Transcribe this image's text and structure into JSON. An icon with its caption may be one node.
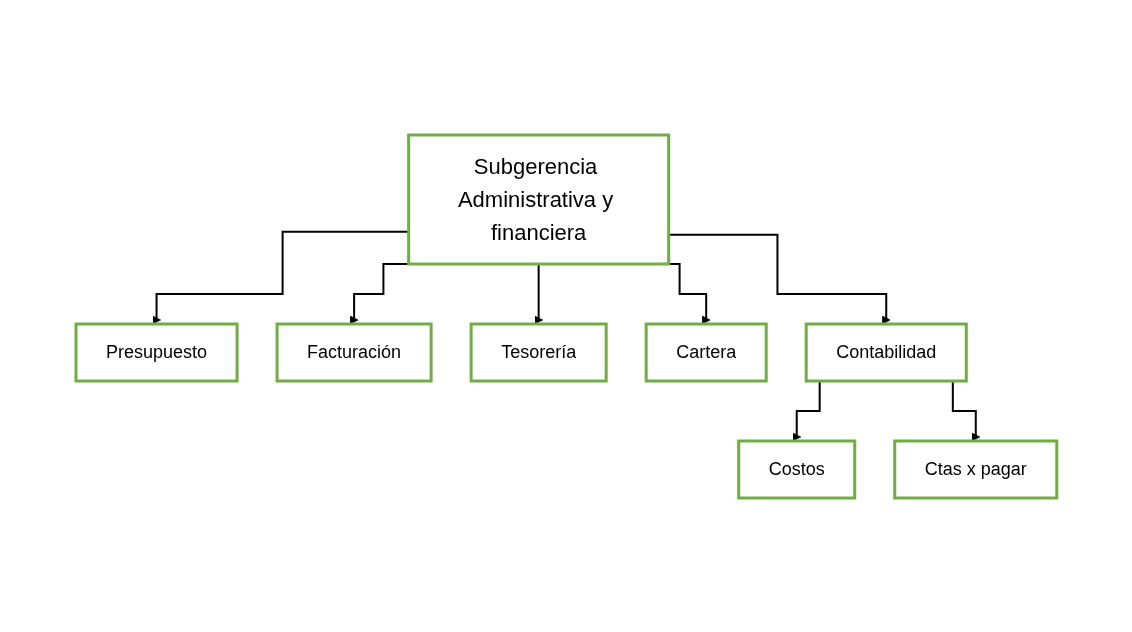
{
  "diagram": {
    "nodes": [
      {
        "text": [
          "Subgerencia Administrativa y financiera"
        ]
      },
      {
        "text": [
          "Presupuesto"
        ]
      },
      {
        "text": [
          "Facturación"
        ]
      },
      {
        "text": [
          "Tesorería"
        ]
      },
      {
        "text": [
          "Cartera"
        ]
      },
      {
        "text": [
          "Contabilidad"
        ]
      },
      {
        "text": [
          "Costos"
        ]
      },
      {
        "text": [
          "Ctas x pagar"
        ]
      }
    ],
    "edges": [
      {
        "from": 0,
        "to": 1,
        "arrow": "to"
      },
      {
        "from": 0,
        "to": 2,
        "arrow": "to"
      },
      {
        "from": 0,
        "to": 3,
        "arrow": "to"
      },
      {
        "from": 0,
        "to": 4,
        "arrow": "to"
      },
      {
        "from": 0,
        "to": 5,
        "arrow": "to"
      },
      {
        "from": 5,
        "to": 6,
        "arrow": "to"
      },
      {
        "from": 5,
        "to": 7,
        "arrow": "to"
      }
    ]
  }
}
